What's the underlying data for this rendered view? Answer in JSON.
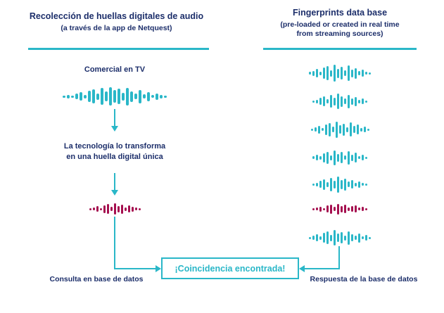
{
  "colors": {
    "navy": "#1c2e6a",
    "teal": "#2ab7c8",
    "magenta": "#a50f4f",
    "background": "#ffffff"
  },
  "left_panel": {
    "title": "Recolección de huellas digitales de audio",
    "subtitle": "(a través de la app de Netquest)",
    "tv_label": "Comercial en TV",
    "transform_label": "La tecnología lo transforma\nen una huella digital única",
    "query_label": "Consulta en base de datos"
  },
  "right_panel": {
    "title": "Fingerprints data base",
    "subtitle": "(pre-loaded or created in real time\nfrom streaming sources)",
    "response_label": "Respuesta de la base de datos"
  },
  "match_box": {
    "label": "¡Coincidencia encontrada!"
  },
  "waveforms": {
    "source": {
      "color": "teal",
      "pattern": [
        3,
        5,
        3,
        8,
        12,
        5,
        16,
        20,
        9,
        24,
        14,
        26,
        18,
        22,
        11,
        25,
        15,
        8,
        19,
        6,
        13,
        4,
        9,
        5,
        3
      ]
    },
    "fingerprint": {
      "color": "magenta",
      "pattern": [
        3,
        4,
        8,
        3,
        11,
        14,
        6,
        16,
        9,
        13,
        5,
        10,
        7,
        4,
        3
      ]
    },
    "database": [
      {
        "color": "teal",
        "pattern": [
          4,
          7,
          12,
          5,
          16,
          20,
          9,
          24,
          13,
          18,
          8,
          22,
          11,
          15,
          6,
          10,
          4,
          3
        ]
      },
      {
        "color": "teal",
        "pattern": [
          3,
          5,
          10,
          14,
          6,
          18,
          11,
          22,
          15,
          8,
          19,
          9,
          13,
          5,
          8,
          3
        ]
      },
      {
        "color": "teal",
        "pattern": [
          3,
          6,
          11,
          4,
          15,
          19,
          8,
          23,
          12,
          17,
          7,
          20,
          10,
          14,
          5,
          8,
          3
        ]
      },
      {
        "color": "teal",
        "pattern": [
          4,
          8,
          5,
          13,
          17,
          7,
          21,
          11,
          16,
          6,
          19,
          9,
          14,
          4,
          8,
          3
        ]
      },
      {
        "color": "teal",
        "pattern": [
          3,
          5,
          10,
          15,
          7,
          19,
          11,
          23,
          13,
          17,
          8,
          12,
          5,
          9,
          4,
          3
        ]
      },
      {
        "color": "magenta",
        "pattern": [
          3,
          4,
          7,
          3,
          10,
          13,
          6,
          15,
          9,
          12,
          5,
          8,
          10,
          4,
          6,
          3
        ]
      },
      {
        "color": "teal",
        "pattern": [
          3,
          6,
          10,
          5,
          14,
          18,
          9,
          22,
          12,
          16,
          7,
          19,
          10,
          6,
          13,
          4,
          8,
          3
        ]
      }
    ]
  }
}
